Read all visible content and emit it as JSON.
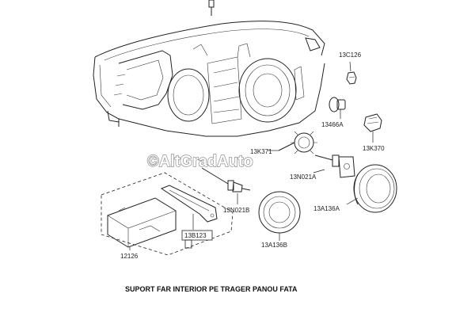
{
  "parts": {
    "p13C126": "13C126",
    "p13466A": "13466A",
    "p13K370": "13K370",
    "p13K371": "13K371",
    "p13N021A": "13N021A",
    "p13N021B": "13N021B",
    "p13A136A": "13A136A",
    "p13A136B": "13A136B",
    "p13B123": "13B123",
    "p12126": "12126"
  },
  "caption": "SUPORT FAR INTERIOR PE TRAGER PANOU FATA",
  "watermark": "©AltGradAuto",
  "colors": {
    "line": "#222222",
    "fill": "#ffffff",
    "watermark": "#ffffff"
  }
}
